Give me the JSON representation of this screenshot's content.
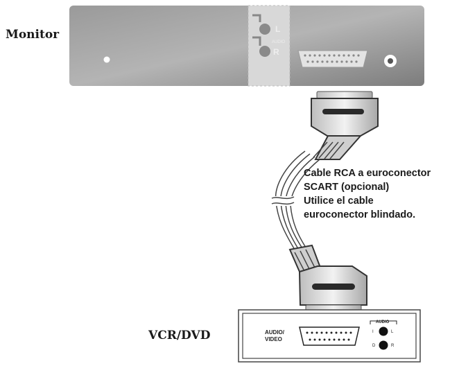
{
  "labels": {
    "monitor": "Monitor",
    "vcr_dvd": "VCR/DVD"
  },
  "monitor_panel": {
    "audio_left": "L",
    "audio_small": "AUDIO",
    "audio_right": "R"
  },
  "vcr_panel": {
    "audio_video_line1": "AUDIO/",
    "audio_video_line2": "VIDEO",
    "audio_header": "AUDIO",
    "audio_left_tag_l": "I",
    "audio_left_tag_r": "L",
    "audio_right_tag_l": "D",
    "audio_right_tag_r": "R"
  },
  "cable_caption": {
    "line1": "Cable RCA a euroconector",
    "line2": "SCART (opcional)",
    "line3": "Utilice el cable",
    "line4": "euroconector blindado."
  },
  "colors": {
    "panel_gray": "#8e8e8e",
    "connector_dark": "#2a2a2a"
  }
}
